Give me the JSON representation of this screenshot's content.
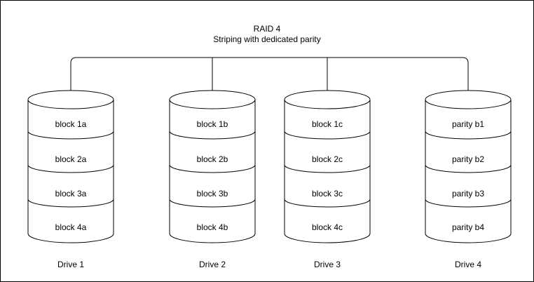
{
  "title": {
    "line1": "RAID 4",
    "line2": "Striping with dedicated parity"
  },
  "drives": [
    {
      "label": "Drive 1",
      "blocks": [
        "block 1a",
        "block 2a",
        "block 3a",
        "block 4a"
      ]
    },
    {
      "label": "Drive 2",
      "blocks": [
        "block 1b",
        "block 2b",
        "block 3b",
        "block 4b"
      ]
    },
    {
      "label": "Drive 3",
      "blocks": [
        "block 1c",
        "block 2c",
        "block 3c",
        "block 4c"
      ]
    },
    {
      "label": "Drive 4",
      "blocks": [
        "parity b1",
        "parity b2",
        "parity b3",
        "parity b4"
      ]
    }
  ],
  "colors": {
    "stroke": "#000000",
    "background": "#ffffff",
    "border": "#000000"
  }
}
